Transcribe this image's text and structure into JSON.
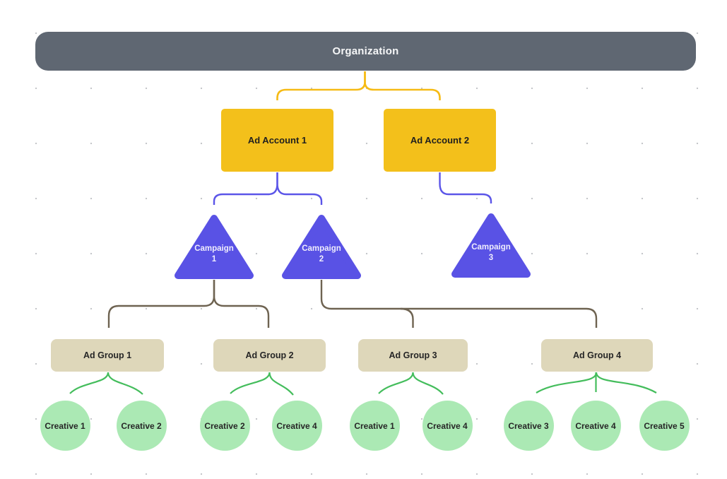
{
  "diagram": {
    "organization": {
      "label": "Organization",
      "fill": "#5f6772",
      "text_color": "#f5f6f7"
    },
    "ad_account_style": {
      "fill": "#f3c01b",
      "text_color": "#1f1f1f"
    },
    "ad_accounts": [
      {
        "label": "Ad Account 1"
      },
      {
        "label": "Ad Account 2"
      }
    ],
    "campaign_style": {
      "fill": "#5952e5",
      "text_color": "#efedfd"
    },
    "campaigns": [
      {
        "label": "Campaign 1",
        "line1": "Campaign",
        "line2": "1"
      },
      {
        "label": "Campaign 2",
        "line1": "Campaign",
        "line2": "2"
      },
      {
        "label": "Campaign 3",
        "line1": "Campaign",
        "line2": "3"
      }
    ],
    "ad_group_style": {
      "fill": "#ded7ba",
      "text_color": "#262626"
    },
    "ad_groups": [
      {
        "label": "Ad Group 1"
      },
      {
        "label": "Ad Group 2"
      },
      {
        "label": "Ad Group 3"
      },
      {
        "label": "Ad Group 4"
      }
    ],
    "creative_style": {
      "fill": "#abe9b4",
      "text_color": "#262626"
    },
    "creatives": [
      {
        "label": "Creative 1",
        "parent": "Ad Group 1"
      },
      {
        "label": "Creative 2",
        "parent": "Ad Group 1"
      },
      {
        "label": "Creative 2",
        "parent": "Ad Group 2"
      },
      {
        "label": "Creative 4",
        "parent": "Ad Group 2"
      },
      {
        "label": "Creative 1",
        "parent": "Ad Group 3"
      },
      {
        "label": "Creative 4",
        "parent": "Ad Group 3"
      },
      {
        "label": "Creative 3",
        "parent": "Ad Group 4"
      },
      {
        "label": "Creative 4",
        "parent": "Ad Group 4"
      },
      {
        "label": "Creative 5",
        "parent": "Ad Group 4"
      }
    ],
    "edge_colors": {
      "organization_to_account": "#f6bb15",
      "account_to_campaign": "#5b55e8",
      "campaign_to_adgroup": "#6e6351",
      "adgroup_to_creative": "#44bd5c"
    },
    "edges": [
      {
        "from": "Organization",
        "to": "Ad Account 1"
      },
      {
        "from": "Organization",
        "to": "Ad Account 2"
      },
      {
        "from": "Ad Account 1",
        "to": "Campaign 1"
      },
      {
        "from": "Ad Account 1",
        "to": "Campaign 2"
      },
      {
        "from": "Ad Account 2",
        "to": "Campaign 3"
      },
      {
        "from": "Campaign 1",
        "to": "Ad Group 1"
      },
      {
        "from": "Campaign 1",
        "to": "Ad Group 2"
      },
      {
        "from": "Campaign 2",
        "to": "Ad Group 3"
      },
      {
        "from": "Campaign 2",
        "to": "Ad Group 4"
      },
      {
        "from": "Ad Group 1",
        "to": "Creative 1"
      },
      {
        "from": "Ad Group 1",
        "to": "Creative 2"
      },
      {
        "from": "Ad Group 2",
        "to": "Creative 2"
      },
      {
        "from": "Ad Group 2",
        "to": "Creative 4"
      },
      {
        "from": "Ad Group 3",
        "to": "Creative 1"
      },
      {
        "from": "Ad Group 3",
        "to": "Creative 4"
      },
      {
        "from": "Ad Group 4",
        "to": "Creative 3"
      },
      {
        "from": "Ad Group 4",
        "to": "Creative 4"
      },
      {
        "from": "Ad Group 4",
        "to": "Creative 5"
      }
    ]
  }
}
